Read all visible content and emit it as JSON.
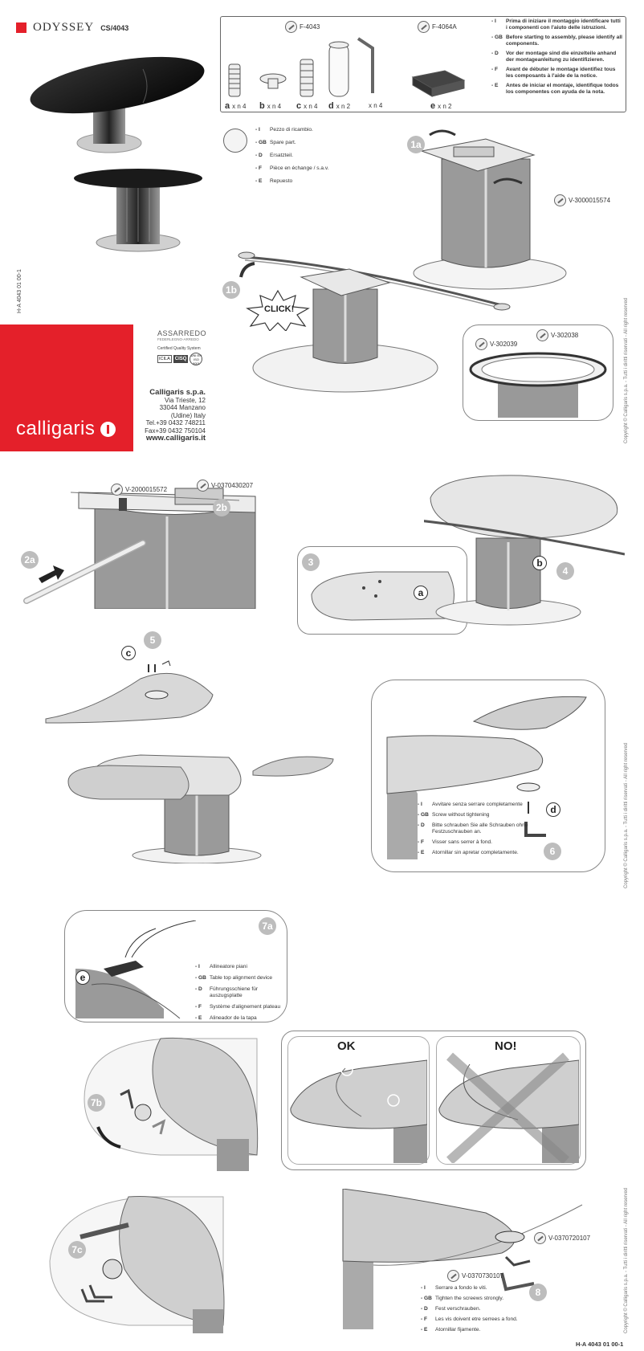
{
  "brand": {
    "name": "ODYSSEY",
    "code": "CS/4043"
  },
  "parts": {
    "codes": [
      "F-4043",
      "F-4064A"
    ],
    "items": [
      {
        "letter": "a",
        "qty": "x n 4"
      },
      {
        "letter": "b",
        "qty": "x n 4"
      },
      {
        "letter": "c",
        "qty": "x n 4"
      },
      {
        "letter": "d",
        "qty": "x n 2"
      },
      {
        "letter": "",
        "qty": "x n 4"
      },
      {
        "letter": "e",
        "qty": "x n 2"
      }
    ],
    "instructions": [
      {
        "code": "- I",
        "text": "Prima di iniziare il montaggio identificare tutti i componenti con l'aiuto delle istruzioni."
      },
      {
        "code": "- GB",
        "text": "Before starting to assembly, please identify all components."
      },
      {
        "code": "- D",
        "text": "Vor der montage sind die einzelteile anhand der montageanleitung zu identifizieren."
      },
      {
        "code": "- F",
        "text": "Avant de débuter le montage identifiez tous les composants à l'aide de la notice."
      },
      {
        "code": "- E",
        "text": "Antes de iniciar el montaje, identifique todos los componentes con ayuda de la nota."
      }
    ]
  },
  "spare_part": [
    {
      "code": "- I",
      "text": "Pezzo di ricambio."
    },
    {
      "code": "- GB",
      "text": "Spare part."
    },
    {
      "code": "- D",
      "text": "Ersatzteil."
    },
    {
      "code": "- F",
      "text": "Pièce en échange / s.a.v."
    },
    {
      "code": "- E",
      "text": "Repuesto"
    }
  ],
  "steps": {
    "s1a": "1a",
    "s1b": "1b",
    "s2a": "2a",
    "s2b": "2b",
    "s3": "3",
    "s4": "4",
    "s5": "5",
    "s6": "6",
    "s7a": "7a",
    "s7b": "7b",
    "s7c": "7c",
    "s8": "8"
  },
  "callouts": {
    "a": "a",
    "b": "b",
    "c": "c",
    "d": "d",
    "e": "e"
  },
  "spare_codes": {
    "v1": "V-3000015574",
    "v2": "V-302039",
    "v3": "V-302038",
    "v4": "V-2000015572",
    "v5": "V-0370430207",
    "v6": "V-0370720107",
    "v7": "V-0370730107"
  },
  "click_label": "CLICK!",
  "company": {
    "name": "Calligaris s.p.a.",
    "address": [
      "Via Trieste, 12",
      "33044 Manzano",
      "(Udine) Italy"
    ],
    "tel": "Tel.+39 0432 748211",
    "fax": "Fax+39 0432 750104",
    "web": "www.calligaris.it"
  },
  "logo": "calligaris",
  "cert": {
    "assarredo": "ASSARREDO",
    "assarredo_sub": "FEDERLEGNO-ARREDO",
    "quality": "Certified Quality System",
    "icila": "ICILA",
    "cisq": "CISQ",
    "iso": "UNI EN ISO 9001"
  },
  "doc_code": "H-A 4043 01 00-1",
  "copyright": "Copyright © Calligaris s.p.a. - Tutti i diritti riservati - All right reserved",
  "step6_text": [
    {
      "code": "- I",
      "text": "Avvitare senza serrare completamente"
    },
    {
      "code": "- GB",
      "text": "Screw without tightening"
    },
    {
      "code": "- D",
      "text": "Bitte schrauben Sie alle Schrauben ohne Festzuschrauben an."
    },
    {
      "code": "- F",
      "text": "Visser sans serrer à fond."
    },
    {
      "code": "- E",
      "text": "Atornillar sin apretar completamente."
    }
  ],
  "step7a_text": [
    {
      "code": "- I",
      "text": "Allineatore piani"
    },
    {
      "code": "- GB",
      "text": "Table top alignment device"
    },
    {
      "code": "- D",
      "text": "Führungsschiene für auszugsplatte"
    },
    {
      "code": "- F",
      "text": "Système d'alignement plateau"
    },
    {
      "code": "- E",
      "text": "Alineador de la tapa"
    }
  ],
  "ok_label": "OK",
  "no_label": "NO!",
  "step8_text": [
    {
      "code": "- I",
      "text": "Serrare a fondo le viti."
    },
    {
      "code": "- GB",
      "text": "Tighten the screews strongly."
    },
    {
      "code": "- D",
      "text": "Fest verschrauben."
    },
    {
      "code": "- F",
      "text": "Les vis doivent etre serrees a fond."
    },
    {
      "code": "- E",
      "text": "Atornillar fijamente."
    }
  ]
}
